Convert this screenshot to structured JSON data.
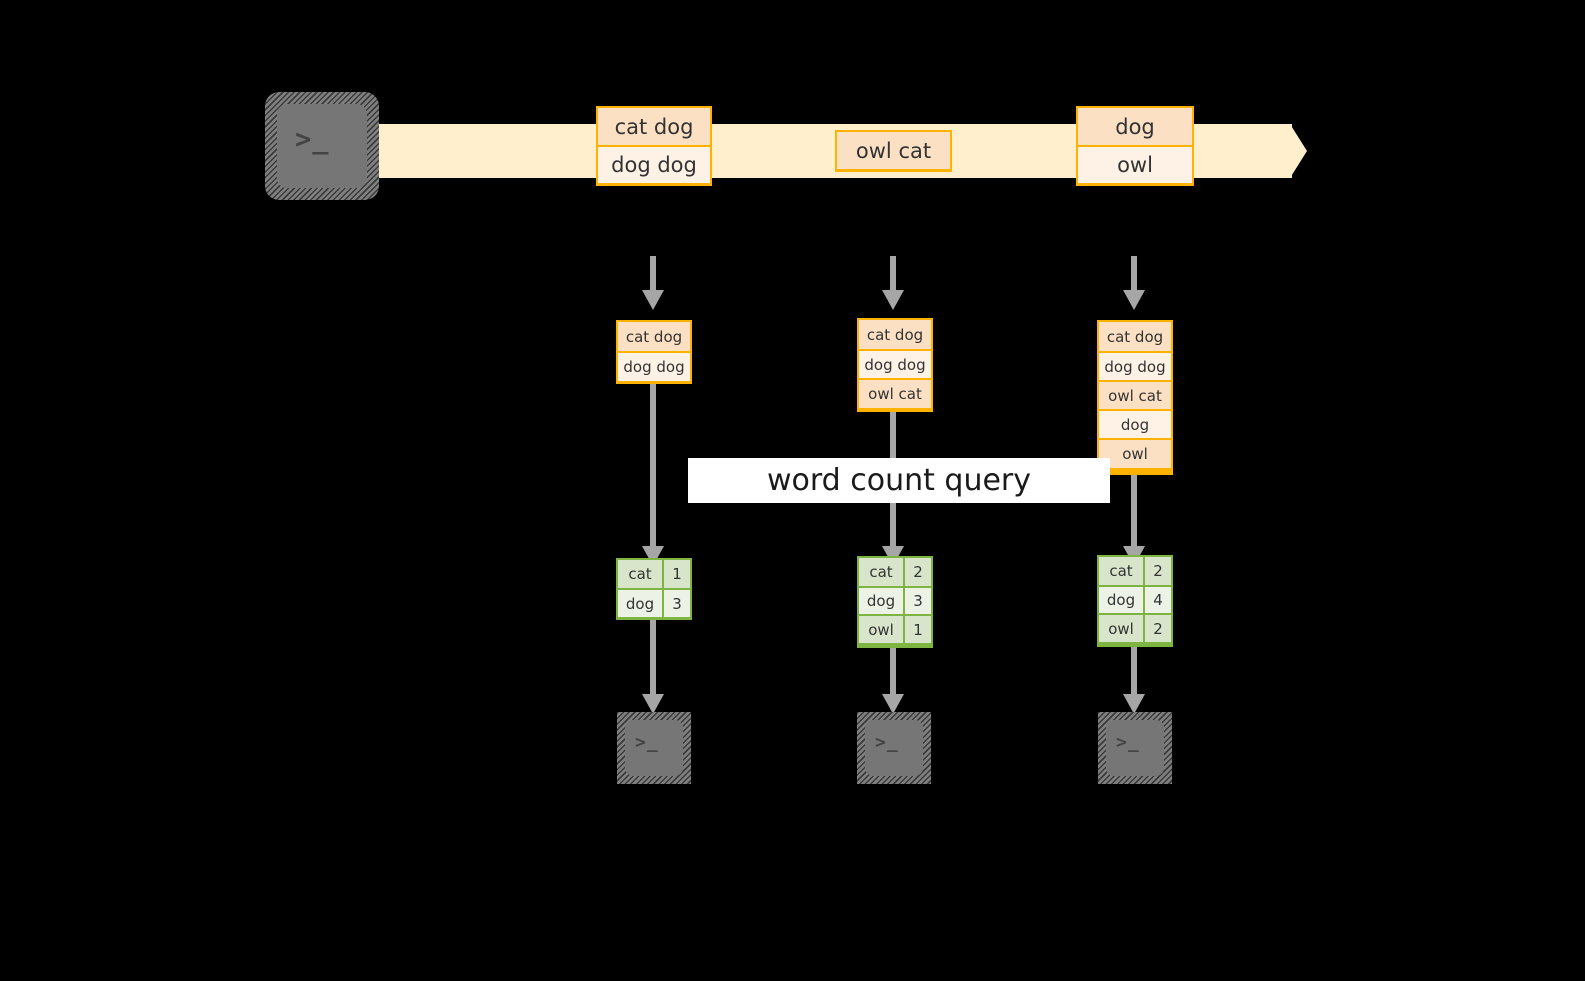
{
  "diagram": {
    "title_label": "word count query",
    "colors": {
      "stream_band": "#FFEFCC",
      "record_border": "#FFB300",
      "record_fill_dark": "#FBE0C3",
      "record_fill_light": "#FDF2E5",
      "table_border": "#7DB442",
      "table_fill_dark": "#D9E5CB",
      "table_fill_light": "#EDF2E7",
      "arrow": "#A6A6A6",
      "terminal": "#767676",
      "background": "#000000",
      "label_bg": "#FFFFFF"
    },
    "source_terminal": {
      "glyph": ">_",
      "name": "source-terminal"
    },
    "stream_records": [
      {
        "lines": [
          "cat dog",
          "dog dog"
        ]
      },
      {
        "lines": [
          "owl cat"
        ]
      },
      {
        "lines": [
          "dog",
          "owl"
        ]
      }
    ],
    "snapshots": [
      {
        "lines": [
          "cat dog",
          "dog dog"
        ]
      },
      {
        "lines": [
          "cat dog",
          "dog dog",
          "owl cat"
        ]
      },
      {
        "lines": [
          "cat dog",
          "dog dog",
          "owl cat",
          "dog",
          "owl"
        ]
      }
    ],
    "results": [
      {
        "rows": [
          {
            "word": "cat",
            "count": "1"
          },
          {
            "word": "dog",
            "count": "3"
          }
        ]
      },
      {
        "rows": [
          {
            "word": "cat",
            "count": "2"
          },
          {
            "word": "dog",
            "count": "3"
          },
          {
            "word": "owl",
            "count": "1"
          }
        ]
      },
      {
        "rows": [
          {
            "word": "cat",
            "count": "2"
          },
          {
            "word": "dog",
            "count": "4"
          },
          {
            "word": "owl",
            "count": "2"
          }
        ]
      }
    ],
    "sink_terminals": [
      {
        "glyph": ">_"
      },
      {
        "glyph": ">_"
      },
      {
        "glyph": ">_"
      }
    ]
  }
}
